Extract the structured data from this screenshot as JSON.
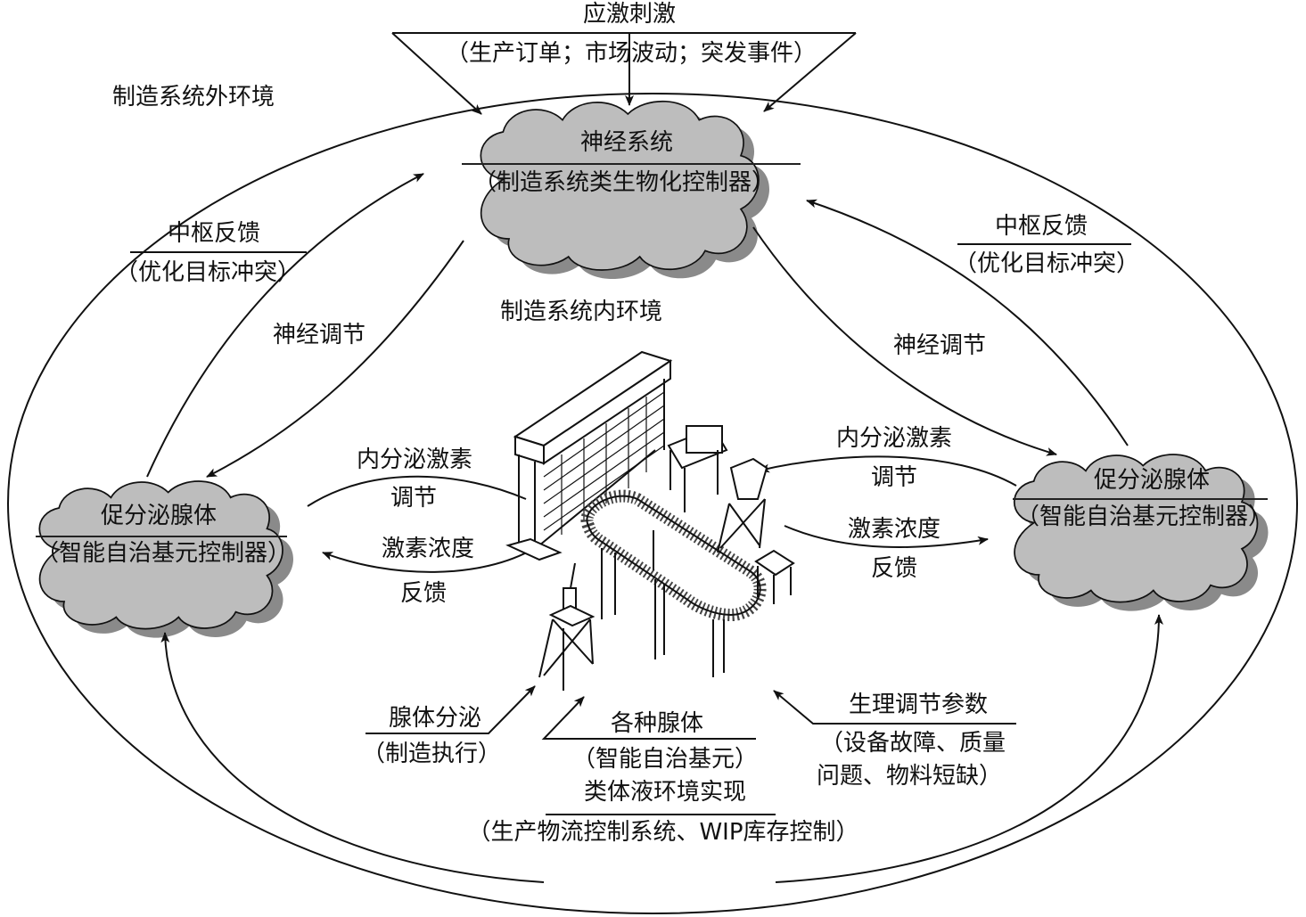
{
  "colors": {
    "cloud_fill": "#bdbdbd",
    "cloud_shadow": "#8a8a8a",
    "line": "#111111",
    "background": "#ffffff"
  },
  "outer_environment_label": "制造系统外环境",
  "inner_environment_label": "制造系统内环境",
  "stimulus": {
    "title": "应激刺激",
    "detail": "（生产订单；市场波动；突发事件）"
  },
  "nervous_system": {
    "title": "神经系统",
    "subtitle": "（制造系统类生物化控制器）"
  },
  "left_gland": {
    "title": "促分泌腺体",
    "subtitle": "（智能自治基元控制器）"
  },
  "right_gland": {
    "title": "促分泌腺体",
    "subtitle": "（智能自治基元控制器）"
  },
  "left_feedback": {
    "title": "中枢反馈",
    "detail": "（优化目标冲突）",
    "regulation": "神经调节"
  },
  "right_feedback": {
    "title": "中枢反馈",
    "detail": "（优化目标冲突）",
    "regulation": "神经调节"
  },
  "left_hormone": {
    "regulation_line1": "内分泌激素",
    "regulation_line2": "调节",
    "feedback_line1": "激素浓度",
    "feedback_line2": "反馈"
  },
  "right_hormone": {
    "regulation_line1": "内分泌激素",
    "regulation_line2": "调节",
    "feedback_line1": "激素浓度",
    "feedback_line2": "反馈"
  },
  "secretion": {
    "title": "腺体分泌",
    "detail": "（制造执行）"
  },
  "glands": {
    "title": "各种腺体",
    "detail": "（智能自治基元）"
  },
  "physiology": {
    "title": "生理调节参数",
    "detail_line1": "（设备故障、质量",
    "detail_line2": "问题、物料短缺）"
  },
  "body_fluid": {
    "title": "类体液环境实现",
    "detail": "（生产物流控制系统、WIP库存控制）"
  }
}
